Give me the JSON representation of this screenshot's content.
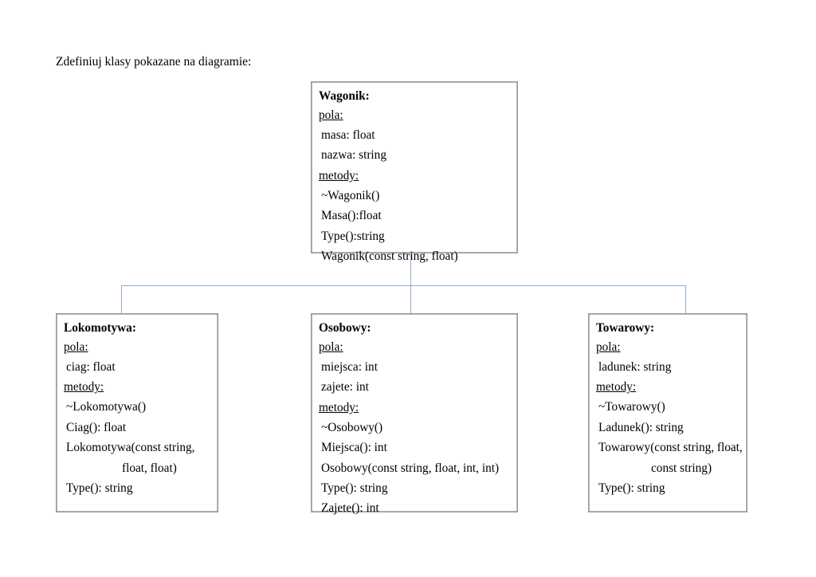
{
  "page": {
    "heading": "Zdefiniuj klasy pokazane na diagramie:",
    "line_color": "#8fadcf",
    "box_border_color": "#9a9a9a",
    "background": "#ffffff"
  },
  "diagram": {
    "type": "uml-class-diagram",
    "relationship": "inheritance",
    "parent": "Wagonik",
    "children": [
      "Lokomotywa",
      "Osobowy",
      "Towarowy"
    ],
    "section_labels": {
      "fields": "pola:",
      "methods": "metody:"
    },
    "classes": [
      {
        "id": "wagonik",
        "name": "Wagonik",
        "title": "Wagonik:",
        "fields_label": "pola:",
        "fields": [
          "masa: float",
          "nazwa: string"
        ],
        "methods_label": "metody:",
        "methods": [
          "~Wagonik()",
          "Masa():float",
          "Type():string",
          "Wagonik(const string, float)"
        ]
      },
      {
        "id": "lokomotywa",
        "name": "Lokomotywa",
        "title": "Lokomotywa:",
        "fields_label": "pola:",
        "fields": [
          "ciag: float"
        ],
        "methods_label": "metody:",
        "methods": [
          "~Lokomotywa()",
          "Ciag(): float",
          "Lokomotywa(const string,",
          "float, float)",
          "Type(): string"
        ]
      },
      {
        "id": "osobowy",
        "name": "Osobowy",
        "title": "Osobowy:",
        "fields_label": "pola:",
        "fields": [
          "miejsca: int",
          "zajete: int"
        ],
        "methods_label": "metody:",
        "methods": [
          "~Osobowy()",
          "Miejsca(): int",
          "Osobowy(const string, float, int, int)",
          "Type(): string",
          "Zajete(): int"
        ]
      },
      {
        "id": "towarowy",
        "name": "Towarowy",
        "title": "Towarowy:",
        "fields_label": "pola:",
        "fields": [
          "ladunek: string"
        ],
        "methods_label": "metody:",
        "methods": [
          "~Towarowy()",
          "Ladunek(): string",
          "Towarowy(const string, float,",
          "const string)",
          "Type(): string"
        ]
      }
    ]
  }
}
